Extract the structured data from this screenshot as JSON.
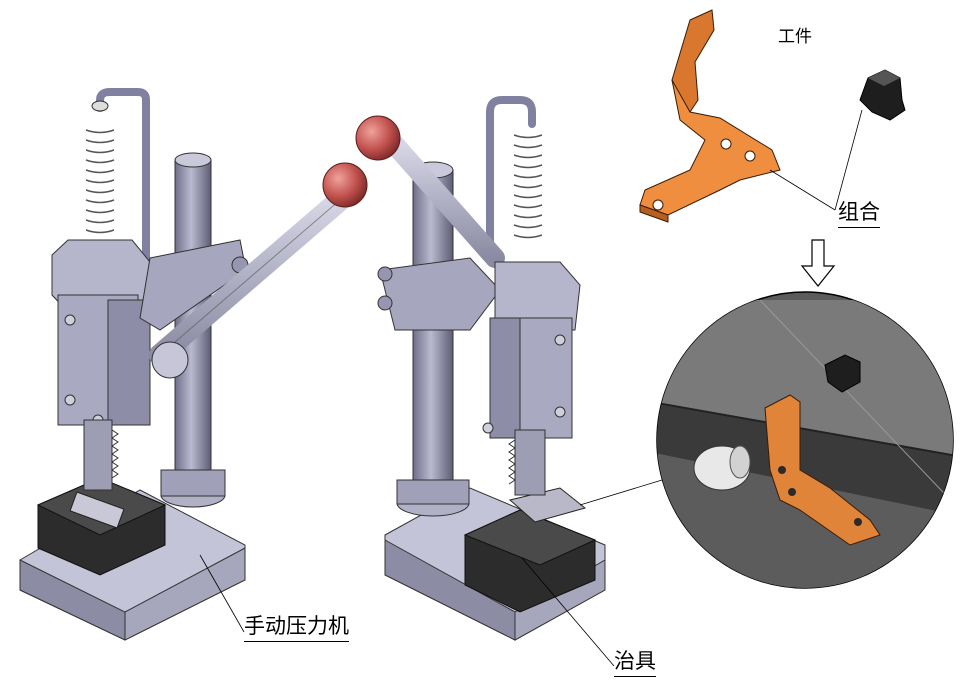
{
  "labels": {
    "workpiece": "工件",
    "assembly": "组合",
    "manual_press": "手动压力机",
    "fixture": "治具"
  },
  "colors": {
    "frame_metal": "#b8b8d0",
    "frame_dark": "#6f6f8a",
    "column_metal": "#8e8ea6",
    "handle_ball": "#c0504d",
    "spring": "#d9d9e6",
    "fixture_block": "#3a3a3a",
    "copper_part": "#e8873a",
    "plastic_cap": "#1e1e1e",
    "rail_gray": "#6d6d6d"
  },
  "icons": {
    "down_arrow": "hollow-down-arrow-icon"
  }
}
